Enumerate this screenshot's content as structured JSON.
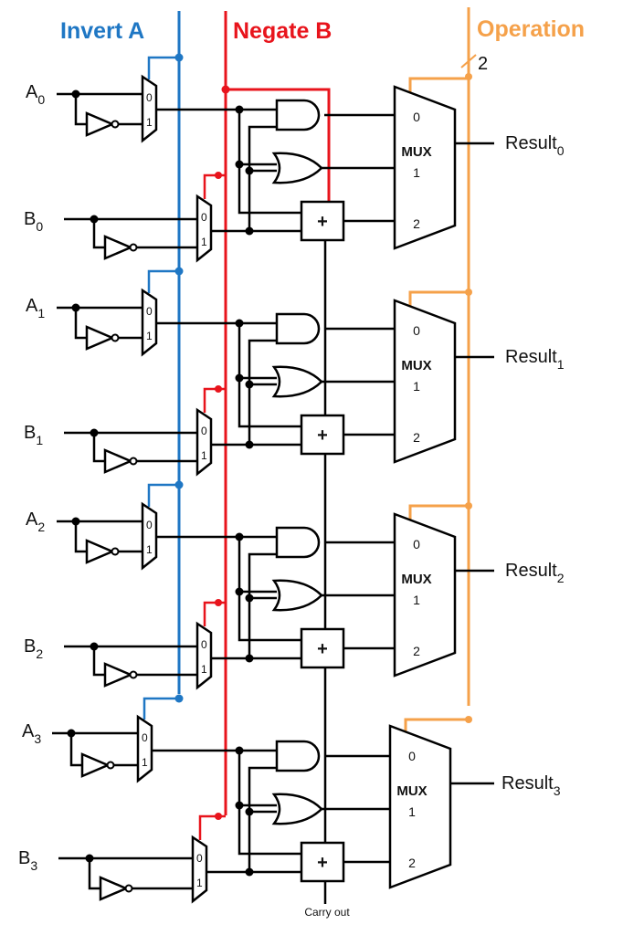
{
  "headers": {
    "invert_a": "Invert A",
    "negate_b": "Negate B",
    "operation": "Operation",
    "op_width": "2"
  },
  "colors": {
    "invert_a": "#1f77c4",
    "negate_b": "#e8141c",
    "operation": "#f5a14a",
    "wire": "#000000"
  },
  "bits": [
    {
      "a_label": "A",
      "a_sub": "0",
      "b_label": "B",
      "b_sub": "0",
      "result_label": "Result",
      "result_sub": "0"
    },
    {
      "a_label": "A",
      "a_sub": "1",
      "b_label": "B",
      "b_sub": "1",
      "result_label": "Result",
      "result_sub": "1"
    },
    {
      "a_label": "A",
      "a_sub": "2",
      "b_label": "B",
      "b_sub": "2",
      "result_label": "Result",
      "result_sub": "2"
    },
    {
      "a_label": "A",
      "a_sub": "3",
      "b_label": "B",
      "b_sub": "3",
      "result_label": "Result",
      "result_sub": "3"
    }
  ],
  "small_mux": {
    "in0": "0",
    "in1": "1"
  },
  "result_mux": {
    "name": "MUX",
    "in0": "0",
    "in1": "1",
    "in2": "2"
  },
  "adder_symbol": "+",
  "carry_out": "Carry out"
}
